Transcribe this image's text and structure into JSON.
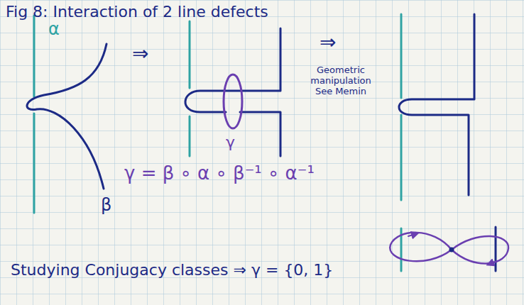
{
  "diagram": {
    "title": "Fig 8: Interaction of 2 line defects",
    "labels": [
      "α",
      "β",
      "⇒",
      "γ",
      "⇒",
      "Geometric manipulation See Memin",
      "γ = β ∘ α ∘ β⁻¹ ∘ α⁻¹",
      "Studying Conjugacy classes ⇒ γ = {0, 1}"
    ]
  }
}
